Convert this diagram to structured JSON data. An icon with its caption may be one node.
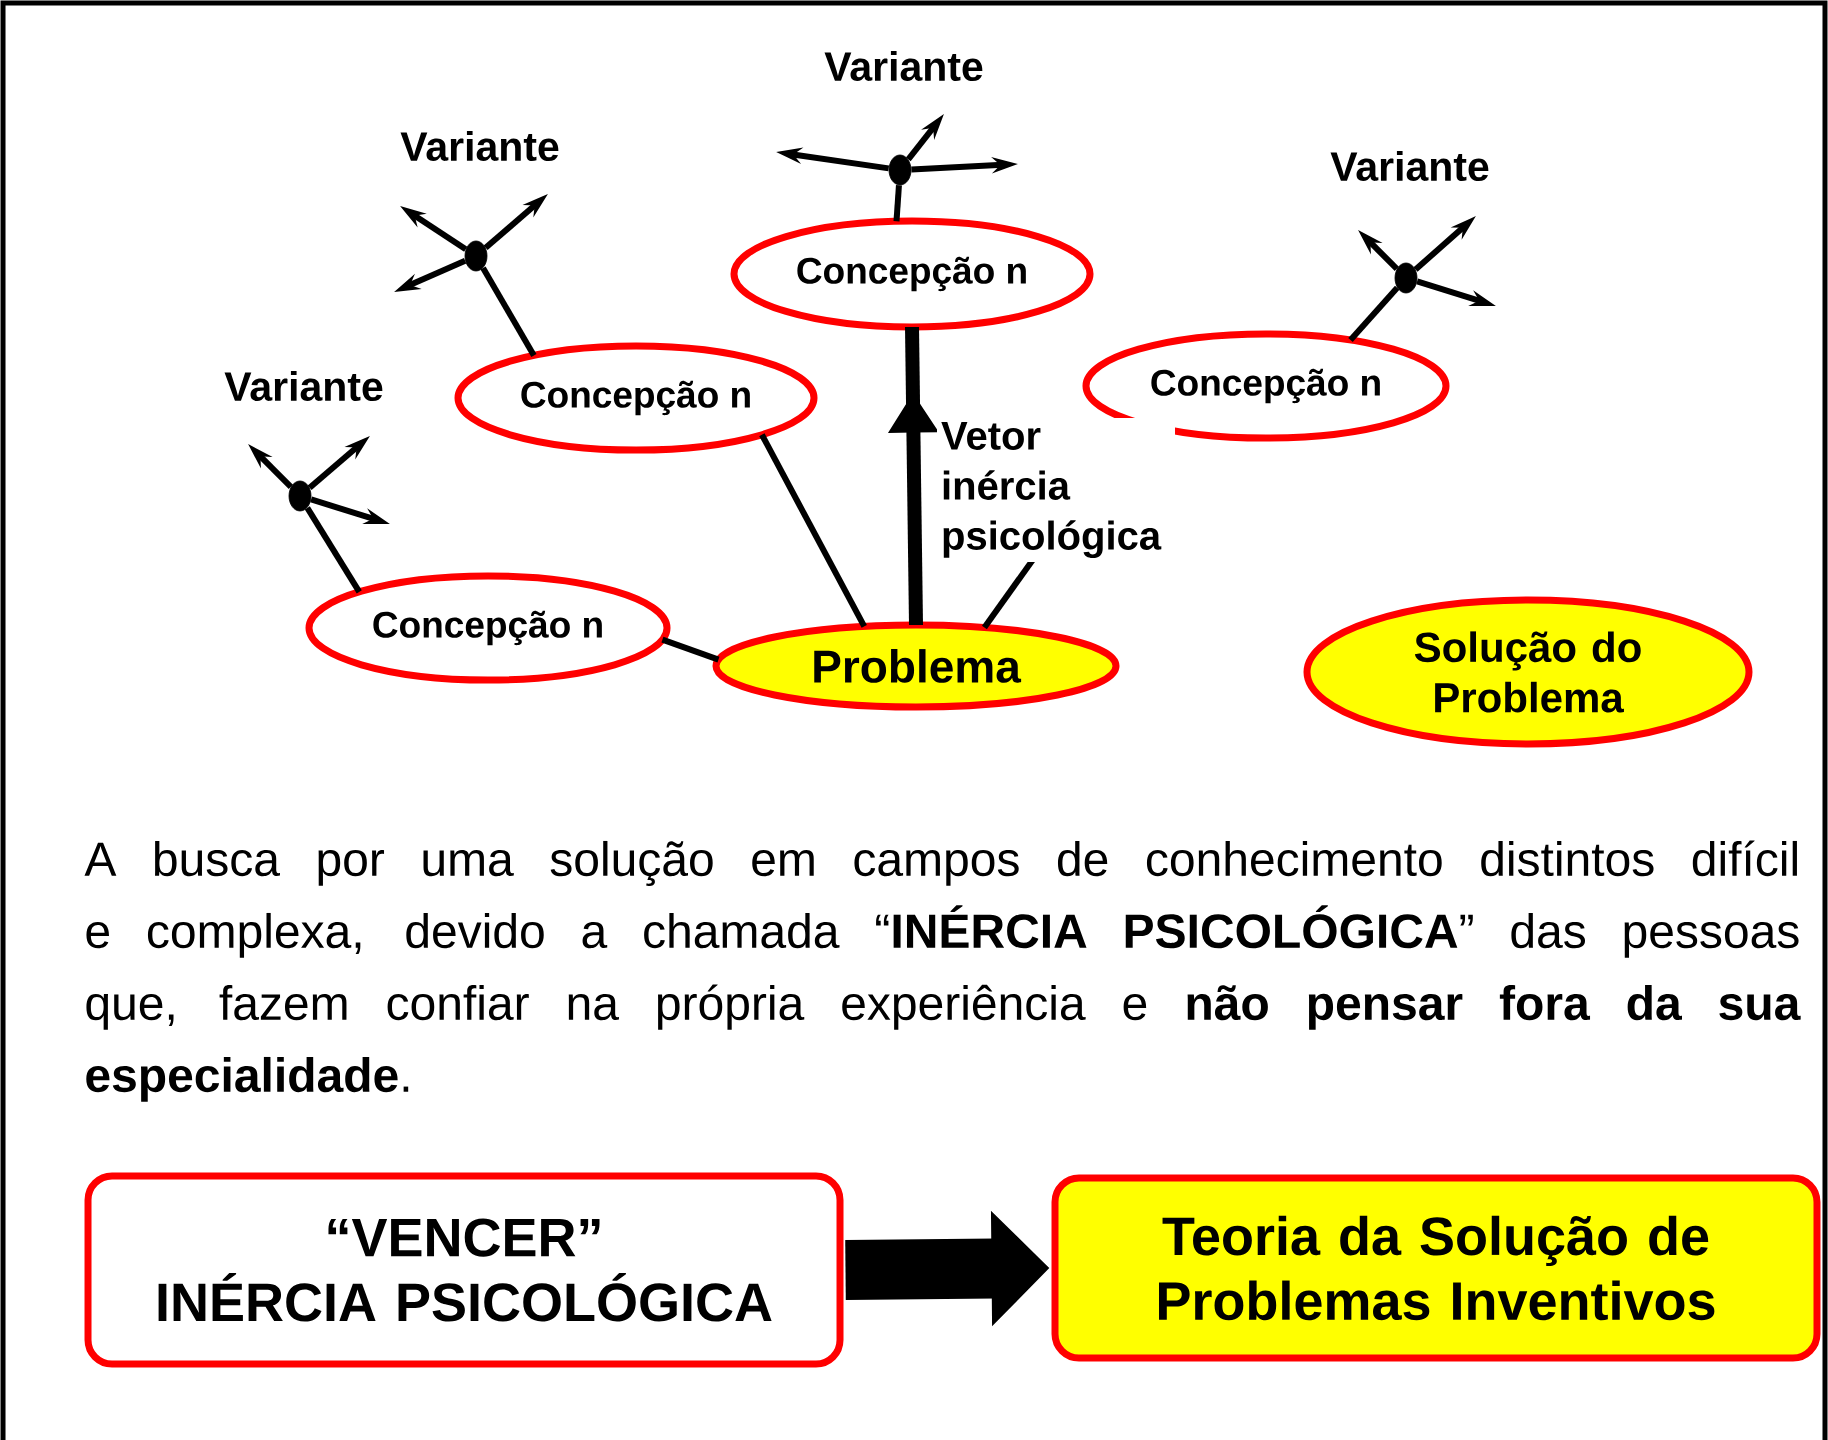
{
  "diagram": {
    "nodes": [
      {
        "text": [
          "Concepção n"
        ]
      },
      {
        "text": [
          "Concepção n"
        ]
      },
      {
        "text": [
          "Concepção n"
        ]
      },
      {
        "text": [
          "Concepção n"
        ]
      },
      {
        "text": [
          "Problema"
        ]
      },
      {
        "text": [
          "Solução do Problema"
        ]
      },
      {
        "text": [],
        "shape": "circle"
      },
      {
        "text": [],
        "shape": "circle"
      },
      {
        "text": [],
        "shape": "circle"
      },
      {
        "text": [],
        "shape": "circle"
      },
      {
        "text": [
          "“VENCER”",
          "INÉRCIA PSICOLÓGICA"
        ]
      },
      {
        "text": [
          "Teoria da Solução de Problemas Inventivos"
        ]
      }
    ],
    "edges": [
      {
        "from": 4,
        "to": 0,
        "arrow": "to",
        "style": "thick",
        "label": "Vetor inércia psicológica"
      },
      {
        "from": 3,
        "to": 4,
        "arrow": "none"
      },
      {
        "from": 1,
        "to": 4,
        "arrow": "none"
      },
      {
        "from": 2,
        "to": 4,
        "arrow": "none"
      },
      {
        "from": 0,
        "to": 6,
        "arrow": "none"
      },
      {
        "from": 1,
        "to": 7,
        "arrow": "none"
      },
      {
        "from": 2,
        "to": 8,
        "arrow": "none"
      },
      {
        "from": 3,
        "to": 9,
        "arrow": "none"
      },
      {
        "from": 6,
        "to": null,
        "arrow": "to"
      },
      {
        "from": 6,
        "to": null,
        "arrow": "to"
      },
      {
        "from": 6,
        "to": null,
        "arrow": "to"
      },
      {
        "from": 7,
        "to": null,
        "arrow": "to"
      },
      {
        "from": 7,
        "to": null,
        "arrow": "to"
      },
      {
        "from": 7,
        "to": null,
        "arrow": "to"
      },
      {
        "from": 8,
        "to": null,
        "arrow": "to"
      },
      {
        "from": 8,
        "to": null,
        "arrow": "to"
      },
      {
        "from": 8,
        "to": null,
        "arrow": "to"
      },
      {
        "from": 9,
        "to": null,
        "arrow": "to"
      },
      {
        "from": 9,
        "to": null,
        "arrow": "to"
      },
      {
        "from": 9,
        "to": null,
        "arrow": "to"
      },
      {
        "from": 10,
        "to": 11,
        "arrow": "to",
        "style": "thick"
      }
    ],
    "labels": [
      "Variante",
      "Variante",
      "Variante",
      "Variante",
      "A busca por uma solução em campos de conhecimento distintos difícil e complexa, devido a chamada “**INÉRCIA PSICOLÓGICA**” das pessoas que, fazem confiar na própria experiência e **não pensar fora da sua especialidade**."
    ]
  }
}
